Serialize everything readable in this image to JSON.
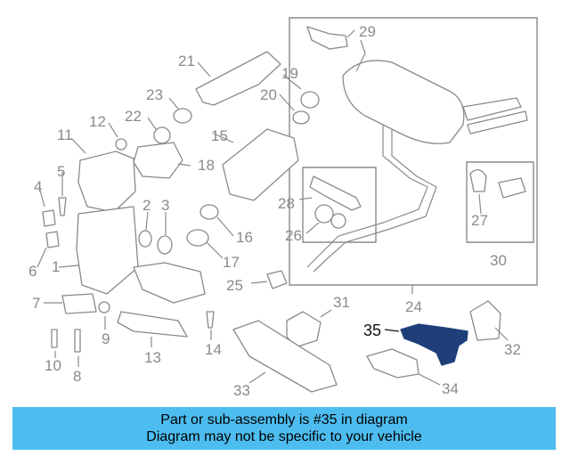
{
  "colors": {
    "part_lines": "#8a8a8a",
    "highlight_part": "#1e3f7a",
    "banner_bg": "#4dbdf0"
  },
  "callouts": [
    "1",
    "2",
    "3",
    "4",
    "5",
    "6",
    "7",
    "8",
    "9",
    "10",
    "11",
    "12",
    "13",
    "14",
    "15",
    "16",
    "17",
    "18",
    "19",
    "20",
    "21",
    "22",
    "23",
    "24",
    "25",
    "26",
    "27",
    "28",
    "29",
    "30",
    "31",
    "32",
    "33",
    "34",
    "35"
  ],
  "highlighted_callout": "35",
  "banner": {
    "line1": "Part or sub-assembly is #35 in diagram",
    "line2": "Diagram may not be specific to your vehicle"
  }
}
